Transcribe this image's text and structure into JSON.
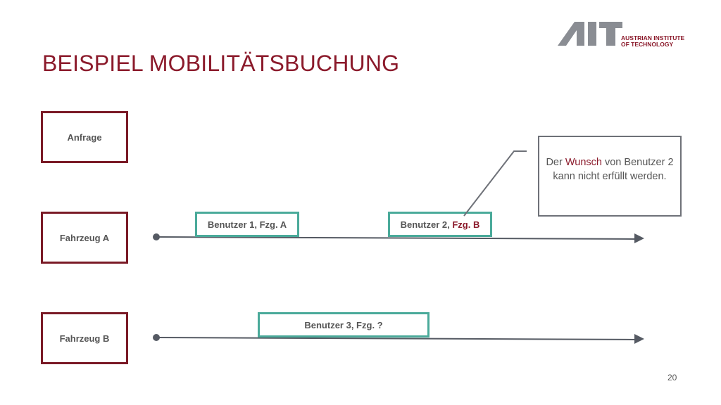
{
  "slide": {
    "title": "BEISPIEL MOBILITÄTSBUCHUNG",
    "page_number": "20"
  },
  "logo": {
    "line1": "AUSTRIAN INSTITUTE",
    "line2": "OF TECHNOLOGY",
    "mark": "AIT"
  },
  "lanes": {
    "request": "Anfrage",
    "vehicle_a": "Fahrzeug A",
    "vehicle_b": "Fahrzeug B"
  },
  "bookings": {
    "user1": "Benutzer 1, Fzg. A",
    "user2_prefix": "Benutzer 2, ",
    "user2_vehicle": "Fzg. B",
    "user3": "Benutzer 3, Fzg. ?"
  },
  "callout": {
    "part1": "Der ",
    "highlight": "Wunsch",
    "part2": " von Benutzer 2 kann nicht erfüllt werden."
  },
  "colors": {
    "accent": "#8b1a2b",
    "teal": "#4aaa9a",
    "timeline": "#555a63"
  }
}
